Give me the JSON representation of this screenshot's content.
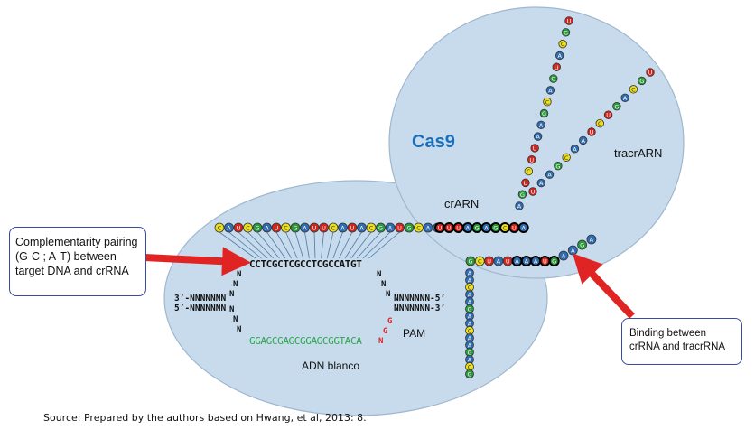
{
  "labels": {
    "cas9": "Cas9",
    "crarn": "crARN",
    "tracrarn": "tracrARN",
    "adn_blanco": "ADN blanco",
    "pam": "PAM",
    "top_strand": "CCTCGCTCGCCTCGCCATGT",
    "bottom_strand": "GGAGCGAGCGGAGCGGTACA",
    "pam_n": "N",
    "pam_g1": "G",
    "pam_g2": "G",
    "left_end_top": "3’-NNNNNNN",
    "left_end_bottom": "5’-NNNNNNN",
    "right_end_top": "NNNNNNN-5’",
    "right_end_bottom": "NNNNNNN-3’",
    "linker_n": "N"
  },
  "callouts": {
    "left": "Complementarity pairing\n(G-C ; A-T) between\ntarget DNA and crRNA",
    "right": "Binding between\ncrRNA and tracrRNA"
  },
  "source": "Source: Prepared by the authors based on Hwang, et al, 2013: 8.",
  "nucleotides": {
    "crrna_row": [
      "C",
      "A",
      "U",
      "C",
      "G",
      "A",
      "U",
      "C",
      "G",
      "A",
      "U",
      "U",
      "C",
      "A",
      "U",
      "A",
      "C",
      "G",
      "A",
      "U",
      "G",
      "C",
      "A",
      "A"
    ],
    "crrna_row_b": [
      "U",
      "U",
      "U",
      "A",
      "G",
      "A",
      "G",
      "C",
      "U",
      "A"
    ],
    "tracr_row": [
      "G",
      "C",
      "U",
      "A",
      "U",
      "A",
      "A",
      "A",
      "U",
      "G",
      "A",
      "A",
      "G",
      "A"
    ],
    "tracr_vertical": [
      "A",
      "A",
      "C",
      "A",
      "A",
      "G",
      "A",
      "A",
      "C",
      "A",
      "A",
      "G",
      "A",
      "C",
      "G"
    ],
    "stem1": [
      "A",
      "G",
      "U",
      "C",
      "U",
      "U",
      "A",
      "A",
      "G",
      "C",
      "A",
      "G",
      "U",
      "A",
      "C",
      "G",
      "U"
    ],
    "stem2": [
      "U",
      "A",
      "A",
      "G",
      "C",
      "A",
      "A",
      "U",
      "C",
      "U",
      "G",
      "A",
      "C",
      "G",
      "U"
    ]
  },
  "colors": {
    "A": "#2f6db3",
    "C": "#ecdf1a",
    "G": "#2a9a3c",
    "U": "#d4261f",
    "bubble": "#c7dbec",
    "bubble_stroke": "#9fb7cf",
    "arrow": "#e02424",
    "cas9_text": "#1a6fb8",
    "bottom_strand": "#2aa84a",
    "pam_text": "#e02424"
  }
}
